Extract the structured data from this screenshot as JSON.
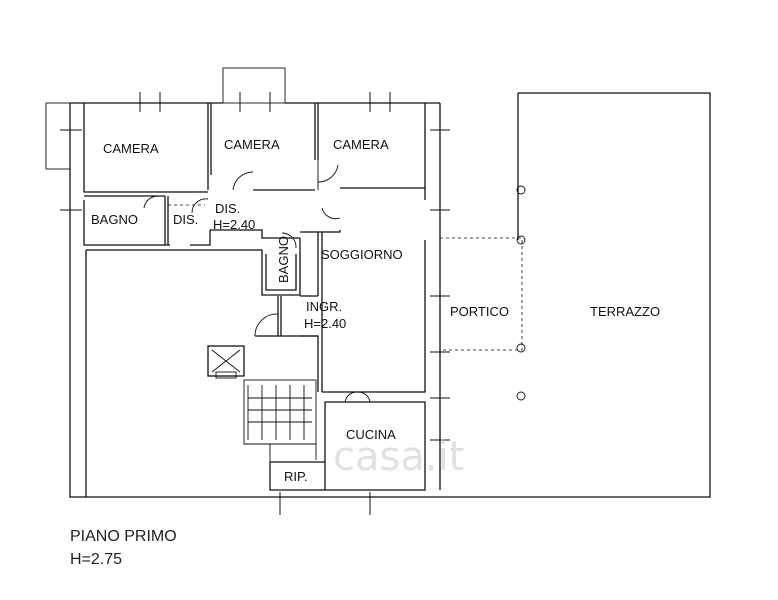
{
  "plan": {
    "caption": {
      "floor": "PIANO PRIMO",
      "height": "H=2.75"
    },
    "watermark": "casa.it",
    "rooms": {
      "camera_1": "CAMERA",
      "camera_2": "CAMERA",
      "camera_3": "CAMERA",
      "bagno_1": "BAGNO",
      "dis_1": "DIS.",
      "dis_2": "DIS.",
      "dis_2_height": "H=2.40",
      "bagno_2": "BAGNO",
      "soggiorno": "SOGGIORNO",
      "ingresso": "INGR.",
      "ingresso_height": "H=2.40",
      "portico": "PORTICO",
      "terrazzo": "TERRAZZO",
      "cucina": "CUCINA",
      "ripostiglio": "RIP."
    }
  }
}
